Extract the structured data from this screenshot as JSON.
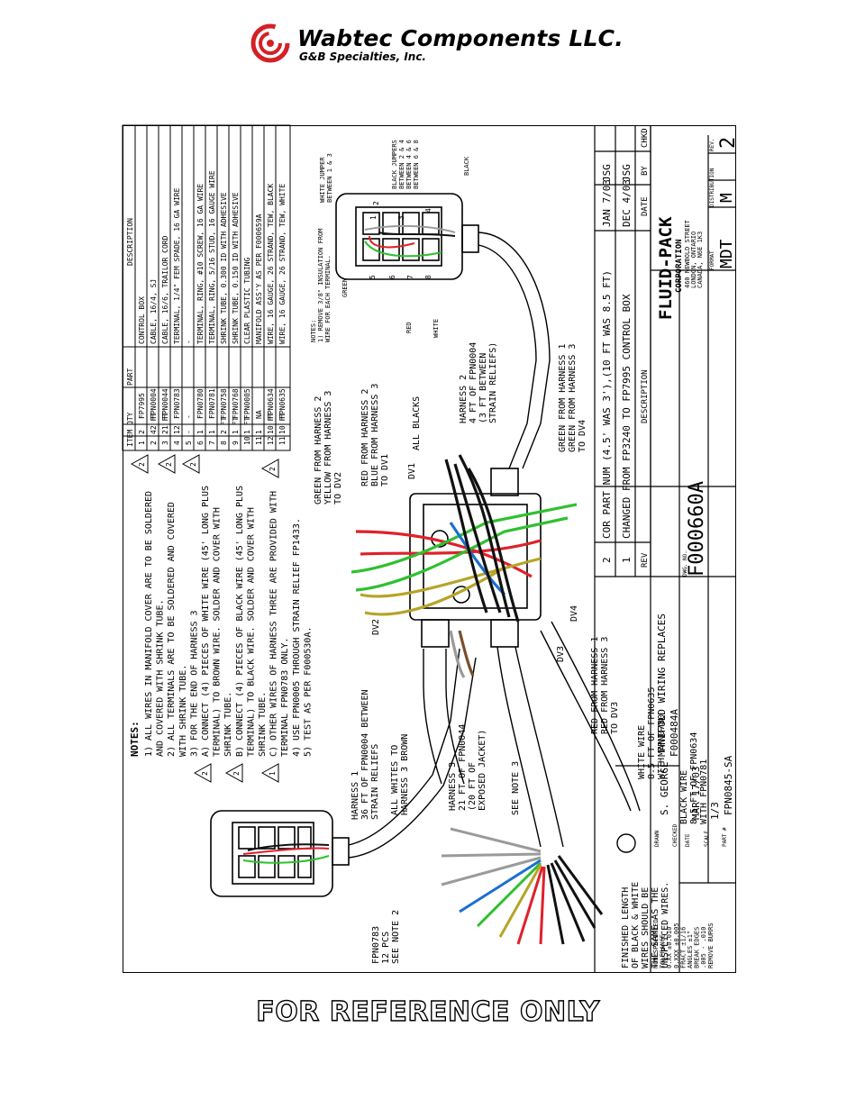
{
  "header": {
    "company": "Wabtec Components LLC.",
    "division": "G&B Specialties, Inc."
  },
  "colors": {
    "brand_red": "#d42027",
    "wire_green": "#2fc02f",
    "wire_red": "#e0202a",
    "wire_blue": "#1a6fd0",
    "wire_yellow": "#b5a428",
    "wire_brown": "#7a4f2a",
    "wire_black": "#111111",
    "wire_gray": "#9a9a9a"
  },
  "parts_table": {
    "headers": [
      "ITEM",
      "QTY",
      "PART",
      "DESCRIPTION"
    ],
    "rows": [
      [
        "1",
        "2",
        "FP7995",
        "CONTROL BOX"
      ],
      [
        "2",
        "42 FT",
        "FPN0004",
        "CABLE, 16/4, SJ"
      ],
      [
        "3",
        "21 FT",
        "FPN0044",
        "CABLE, 16/6, TRAILOR CORD"
      ],
      [
        "4",
        "12",
        "FPN0783",
        "TERMINAL, 1/4\" FEM SPADE, 16 GA WIRE"
      ],
      [
        "5",
        "-",
        "-",
        "-"
      ],
      [
        "6",
        "1",
        "FPN0780",
        "TERMINAL, RING, #10 SCREW, 16 GA WIRE"
      ],
      [
        "7",
        "1",
        "FPN0781",
        "TERMINAL, RING, 5/16 STUD, 16 GAUGE WIRE"
      ],
      [
        "8",
        "2 FT",
        "FPN0758",
        "SHRINK TUBE, 0.300 ID WITH ADHESIVE"
      ],
      [
        "9",
        "1 FT",
        "FPN0768",
        "SHRINK TUBE, 0.150 ID WITH ADHESIVE"
      ],
      [
        "10",
        "1 FT",
        "FPN0005",
        "CLEAR PLASTIC TUBING"
      ],
      [
        "11",
        "1",
        "NA",
        "MANIFOLD ASS'Y AS PER F000659A"
      ],
      [
        "12",
        "10 FT",
        "FPN0634",
        "WIRE, 16 GAUGE, 26 STRAND, TEW, BLACK"
      ],
      [
        "11",
        "10 FT",
        "FPN0635",
        "WIRE, 16 GAUGE, 26 STRAND, TEW, WHITE"
      ]
    ]
  },
  "notes": {
    "title": "NOTES:",
    "lines": [
      "1) ALL WIRES IN MANIFOLD COVER ARE TO BE SOLDERED",
      "AND COVERED WITH SHRINK TUBE.",
      "2) ALL TERMINALS ARE TO BE SOLDERED AND COVERED",
      "WITH SHRINK TUBE.",
      "3) FOR THE END OF HARNESS 3",
      "A) CONNECT (4) PIECES OF WHITE WIRE (45' LONG PLUS",
      "TERMINAL) TO BROWN WIRE. SOLDER AND COVER WITH",
      "SHRINK TUBE.",
      "B) CONNECT (4) PIECES OF BLACK WIRE (45' LONG PLUS",
      "TERMINAL) TO BLACK WIRE. SOLDER AND COVER WITH",
      "SHRINK TUBE.",
      "C) OTHER WIRES OF HARNESS THREE ARE PROVIDED WITH",
      "TERMINAL FPN0783 ONLY.",
      "4) USE FPN0005 THROUGH STRAIN RELIEF FP1433.",
      "5) TEST AS PER F000530A."
    ],
    "rev_markers": [
      "2",
      "2",
      "2",
      "2",
      "2",
      "1",
      "2"
    ]
  },
  "diagram_labels": {
    "dv1": "DV1",
    "dv2": "DV2",
    "dv3": "DV3",
    "dv4": "DV4",
    "all_blacks": "ALL BLACKS",
    "to_dv1": [
      "RED FROM HARNESS 2",
      "BLUE FROM HARNESS 3",
      "TO DV1"
    ],
    "to_dv2": [
      "GREEN FROM HARNESS 2",
      "YELLOW FROM HARNESS 3",
      "TO DV2"
    ],
    "to_dv4": [
      "GREEN FROM HARNESS 1",
      "GREEN FROM HARNESS 3",
      "TO DV4"
    ],
    "to_dv3": [
      "RED FROM HARNESS 1",
      "RED FROM HARNESS 3",
      "TO DV3"
    ],
    "harness2": [
      "HARNESS 2",
      "4 FT OF FPN0004",
      "(3 FT BETWEEN",
      "STRAIN RELIEFS)"
    ],
    "harness1": [
      "HARNESS 1",
      "36 FT OF FPN0004 BETWEEN",
      "STRAIN RELIEFS"
    ],
    "all_whites": [
      "ALL WHITES TO",
      "HARNESS 3 BROWN"
    ],
    "harness3": [
      "HARNESS 3",
      "21 FT OF FPN0044",
      "(20 FT OF",
      "EXPOSED JACKET)"
    ],
    "see_note_3": "SEE NOTE 3",
    "white_wire": [
      "WHITE WIRE",
      "8.5 FT OF FPN0635",
      "WITH FPN0780"
    ],
    "black_wire": [
      "BLACK WIRE",
      "8.5 FT OF FPN0634",
      "WITH FPN0781"
    ],
    "fpn0783": [
      "FPN0783",
      "12 PCS",
      "SEE NOTE 2"
    ],
    "finished_length": [
      "FINISHED LENGTH",
      "OF BLACK & WHITE",
      "WIRES SHOULD BE",
      "THE SAME AS THE",
      "UNSPLICED WIRES."
    ],
    "box_notes": [
      "NOTES:",
      "1) REMOVE 3/8\" INSULATION FROM",
      "WIRE FOR EACH TERMINAL."
    ],
    "white_jumper": [
      "WHITE JUMPER",
      "BETWEEN 1 & 3"
    ],
    "black_jumpers": [
      "BLACK JUMPERS",
      "BETWEEN 2 & 4",
      "BETWEEN 4 & 6",
      "BETWEEN 6 & 8"
    ],
    "black": "BLACK",
    "green": "GREEN",
    "red": "RED",
    "white": "WHITE",
    "terminal_numbers": [
      "1",
      "2",
      "3",
      "4",
      "5",
      "6",
      "7",
      "8"
    ]
  },
  "revisions": {
    "headers": [
      "REV",
      "DESCRIPTION",
      "DATE",
      "BY",
      "CHKD"
    ],
    "rows": [
      [
        "2",
        "COR PART NUM (4.5' WAS 3'),(10 FT WAS 8.5 FT)",
        "JAN 7/03",
        "JSG",
        ""
      ],
      [
        "1",
        "CHANGED FROM FP3240 TO FP7995 CONTROL BOX",
        "DEC 4/03",
        "JSG",
        ""
      ]
    ]
  },
  "title_block": {
    "tolerances": [
      "NON-SPECIFIED",
      "TOLERANCE",
      "0.XX ±0.010",
      "0.XXX ±0.005",
      "FRACT ±1/16",
      "ANGLES ±1°",
      "BREAK EDGES",
      ".005 - .010",
      "REMOVE BURRS"
    ],
    "drawn_label": "DRAWN",
    "drawn_by": "S. GEORGE",
    "checked_label": "CHECKED",
    "date_label": "DATE",
    "date": "MAR 17/03",
    "scale_label": "SCALE",
    "scale": "1/3",
    "part_label": "PART #",
    "part": "FPN0845-SA",
    "title_line1": "MANIFOLD WIRING REPLACES",
    "title_line2": "F000484A",
    "company": "FLUID-PACK",
    "company_sub": "CORPORATION",
    "address": [
      "460 NEWBOLD STREET",
      "LONDON, ONTARIO",
      "CANADA, N6E 1K3"
    ],
    "dwg_label": "DWG. NO.",
    "dwg_no": "F000660A",
    "format_label": "FORMAT",
    "format": "MDT",
    "distribution_label": "DISTRIBUTION",
    "distribution": "M",
    "rev_label": "REV.",
    "rev": "2"
  },
  "footer": {
    "text": "FOR REFERENCE ONLY"
  }
}
